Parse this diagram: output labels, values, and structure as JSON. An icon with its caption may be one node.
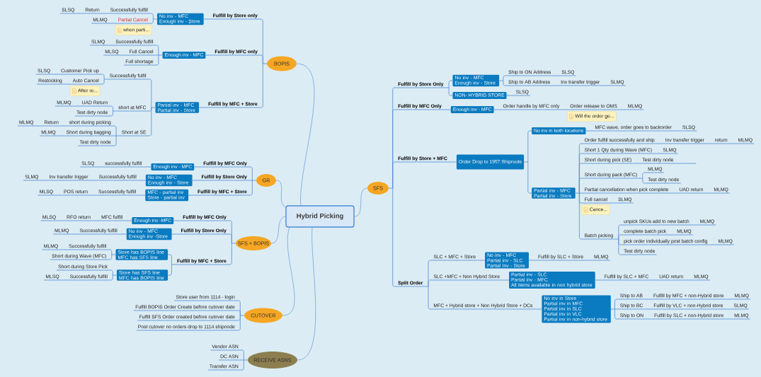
{
  "diagram": {
    "nodes": [
      {
        "text": [
          "Hybrid Picking"
        ]
      },
      {
        "text": [
          "BOPIS"
        ]
      },
      {
        "text": [
          "Fulfill by Store only"
        ]
      },
      {
        "text": [
          "No inv - MFC Enough inv - Store"
        ]
      },
      {
        "text": [
          "Successfully fulfill"
        ]
      },
      {
        "text": [
          "Return"
        ]
      },
      {
        "text": [
          "SLSQ"
        ]
      },
      {
        "text": [
          "Partial Cancel"
        ],
        "beside": [
          "when parti..."
        ]
      },
      {
        "text": [
          "MLMQ"
        ]
      },
      {
        "text": [
          "Fulfill by MFC only"
        ]
      },
      {
        "text": [
          "Enough inv - MFC"
        ]
      },
      {
        "text": [
          "Successfully fulfill"
        ]
      },
      {
        "text": [
          "SLMQ"
        ]
      },
      {
        "text": [
          "Full Cancel"
        ]
      },
      {
        "text": [
          "MLSQ"
        ]
      },
      {
        "text": [
          "Full shortage"
        ]
      },
      {
        "text": [
          "Fulfill by MFC + Store"
        ]
      },
      {
        "text": [
          "Partial inv - MFC Partial inv - Store"
        ]
      },
      {
        "text": [
          "Successfully fulfil"
        ]
      },
      {
        "text": [
          "Customer Pick up"
        ]
      },
      {
        "text": [
          "SLSQ"
        ]
      },
      {
        "text": [
          "Auto Cancel"
        ],
        "beside": [
          "After re..."
        ]
      },
      {
        "text": [
          "Restocking"
        ]
      },
      {
        "text": [
          "short at MFC"
        ]
      },
      {
        "text": [
          "UAD Return"
        ]
      },
      {
        "text": [
          "MLMQ"
        ]
      },
      {
        "text": [
          "Test dirty node"
        ]
      },
      {
        "text": [
          "Short at SE"
        ]
      },
      {
        "text": [
          "short during picking"
        ]
      },
      {
        "text": [
          "Return"
        ]
      },
      {
        "text": [
          "MLMQ"
        ]
      },
      {
        "text": [
          "Short during bagging"
        ]
      },
      {
        "text": [
          "MLMQ"
        ]
      },
      {
        "text": [
          "Test dirty node"
        ]
      },
      {
        "text": [
          "GR"
        ]
      },
      {
        "text": [
          "Fulfill by MFC Only"
        ]
      },
      {
        "text": [
          "Enough inv - MFC"
        ]
      },
      {
        "text": [
          "successfully fulfill"
        ]
      },
      {
        "text": [
          "SLSQ"
        ]
      },
      {
        "text": [
          "Fulfill by Store Only"
        ]
      },
      {
        "text": [
          "No inv - MFC Enough inv - Store"
        ]
      },
      {
        "text": [
          "Successfully fulfill"
        ]
      },
      {
        "text": [
          "Inv transfer trigger"
        ]
      },
      {
        "text": [
          "SLMQ"
        ]
      },
      {
        "text": [
          "Fulfill by MFC + Store"
        ]
      },
      {
        "text": [
          "MFC - partial inv Store - partial inv"
        ]
      },
      {
        "text": [
          "Successfully fulfill"
        ]
      },
      {
        "text": [
          "POS return"
        ]
      },
      {
        "text": [
          "MLSQ"
        ]
      },
      {
        "text": [
          "SFS + BOPIS"
        ]
      },
      {
        "text": [
          "Fulfill by MFC Only"
        ]
      },
      {
        "text": [
          "Enough inv -MFC"
        ]
      },
      {
        "text": [
          "MFC fulfill"
        ]
      },
      {
        "text": [
          "RFO return"
        ]
      },
      {
        "text": [
          "MLSQ"
        ]
      },
      {
        "text": [
          "Fulfill by Store Only"
        ]
      },
      {
        "text": [
          "No inv - MFC Enough inv -Store"
        ]
      },
      {
        "text": [
          "Successfully fulfill"
        ]
      },
      {
        "text": [
          "MLMQ"
        ]
      },
      {
        "text": [
          "Fulfill by MFC + Store"
        ]
      },
      {
        "text": [
          "Store has BOPIS line MFC has SFS line"
        ]
      },
      {
        "text": [
          "Successfully fulfill"
        ]
      },
      {
        "text": [
          "MLMQ"
        ]
      },
      {
        "text": [
          "Short during Wave (MFC)"
        ]
      },
      {
        "text": [
          "Store has SFS line MFC has BOPIS line"
        ]
      },
      {
        "text": [
          "Short during Store Pick"
        ]
      },
      {
        "text": [
          "Successfully fulfill"
        ]
      },
      {
        "text": [
          "MLSQ"
        ]
      },
      {
        "text": [
          "CUTOVER"
        ]
      },
      {
        "text": [
          "Store user from 1114 - login"
        ]
      },
      {
        "text": [
          "Fulfill BOPIS Order Create before cutover date"
        ]
      },
      {
        "text": [
          "Fulfill SFS Order created before cutover date"
        ]
      },
      {
        "text": [
          "Post cutover no orders drop to 1114 shipnode"
        ]
      },
      {
        "text": [
          "RECEIVE ASNS"
        ]
      },
      {
        "text": [
          "Vendor ASN"
        ]
      },
      {
        "text": [
          "DC ASN"
        ]
      },
      {
        "text": [
          "Transfer ASN"
        ]
      },
      {
        "text": [
          "SFS"
        ]
      },
      {
        "text": [
          "Fulfill by Store Only"
        ]
      },
      {
        "text": [
          "No inv - MFC Enough inv - Store"
        ]
      },
      {
        "text": [
          "Ship to ON Address"
        ]
      },
      {
        "text": [
          "SLSQ"
        ]
      },
      {
        "text": [
          "Ship to AB Address"
        ]
      },
      {
        "text": [
          "Inv transfer trigger"
        ]
      },
      {
        "text": [
          "SLMQ"
        ]
      },
      {
        "text": [
          "NON- HYBRID STORE"
        ]
      },
      {
        "text": [
          "SLSQ"
        ]
      },
      {
        "text": [
          "Fulfill by MFC Only"
        ]
      },
      {
        "text": [
          "Enough inv - MFC"
        ]
      },
      {
        "text": [
          "Order handle by MFC only"
        ]
      },
      {
        "text": [
          "Order release to OMS"
        ],
        "beside": [
          "Will the order ge..."
        ]
      },
      {
        "text": [
          "MLMQ"
        ]
      },
      {
        "text": [
          "Fulfill by Store + MFC"
        ]
      },
      {
        "text": [
          "Order Drop to 1957 Shipnode"
        ]
      },
      {
        "text": [
          "No inv in both locations"
        ]
      },
      {
        "text": [
          "MFC wave, order goes to backorder"
        ]
      },
      {
        "text": [
          "SLSQ"
        ]
      },
      {
        "text": [
          "Partial inv - MFC Partial inv - Store"
        ]
      },
      {
        "text": [
          "Order fulfill successfully and ship"
        ]
      },
      {
        "text": [
          "Inv transfer trigger"
        ]
      },
      {
        "text": [
          "return"
        ]
      },
      {
        "text": [
          "MLMQ"
        ]
      },
      {
        "text": [
          "Short 1 Qty during Wave (MFC)"
        ]
      },
      {
        "text": [
          "SLMQ"
        ]
      },
      {
        "text": [
          "Short during pick (SE)"
        ]
      },
      {
        "text": [
          "Test dirty node"
        ]
      },
      {
        "text": [],
        "shape": "line"
      },
      {
        "text": [
          "Short during pack (MFC)"
        ]
      },
      {
        "text": [
          "MLMQ"
        ]
      },
      {
        "text": [
          "Test dirty node"
        ]
      },
      {
        "text": [
          "Partial cancellation when pick complete"
        ]
      },
      {
        "text": [
          "UAD return"
        ]
      },
      {
        "text": [
          "MLMQ"
        ]
      },
      {
        "text": [
          "Full cancel"
        ],
        "beside": [
          "Cance..."
        ]
      },
      {
        "text": [
          "SLMQ"
        ]
      },
      {
        "text": [
          "Batch picking"
        ]
      },
      {
        "text": [
          "unpick SKUs add to new batch"
        ]
      },
      {
        "text": [
          "MLMQ"
        ]
      },
      {
        "text": [
          "complete batch pick"
        ]
      },
      {
        "text": [
          "MLMQ"
        ]
      },
      {
        "text": [
          "pick order individually post batch config"
        ]
      },
      {
        "text": [
          "MLMQ"
        ]
      },
      {
        "text": [
          "Test dirty node"
        ]
      },
      {
        "text": [
          "Split Order"
        ]
      },
      {
        "text": [
          "SLC + MFC + Store"
        ]
      },
      {
        "text": [
          "No inv - MFC Partial inv - SLC Partial Inv - Store"
        ]
      },
      {
        "text": [
          "Fulfill by SLC + Store"
        ]
      },
      {
        "text": [
          "MLMQ"
        ]
      },
      {
        "text": [
          "SLC +MFC + Non Hybrid Store"
        ]
      },
      {
        "text": [
          "Partial inv - SLC Partial inv - MFC All items available in non hybrid store"
        ]
      },
      {
        "text": [
          "Fulfill by SLC + MFC"
        ]
      },
      {
        "text": [
          "UAD return"
        ]
      },
      {
        "text": [
          "MLMQ"
        ]
      },
      {
        "text": [
          "MFC + Hybrid store + Non Hybrid Store + DCs"
        ]
      },
      {
        "text": [
          "No inv in Store Partial inv in MFC Partial inv in SLC Partial inv in VLC Partial inv in non-hybrid store"
        ]
      },
      {
        "text": [
          "Ship to AB"
        ]
      },
      {
        "text": [
          "Fulfill by MFC + non-Hybrid store"
        ]
      },
      {
        "text": [
          "MLMQ"
        ]
      },
      {
        "text": [
          "Ship to BC"
        ]
      },
      {
        "text": [
          "Fulfill by VLC + non-Hybrid store"
        ]
      },
      {
        "text": [
          "SLMQ"
        ]
      },
      {
        "text": [
          "Ship to ON"
        ]
      },
      {
        "text": [
          "Fulfill by SLC + non-Hybrid store"
        ]
      },
      {
        "text": [
          "MLMQ"
        ]
      }
    ],
    "edges": [
      {
        "from": 0,
        "to": 1,
        "arrow": "none"
      },
      {
        "from": 1,
        "to": 2,
        "arrow": "none"
      },
      {
        "from": 2,
        "to": 3,
        "arrow": "none"
      },
      {
        "from": 3,
        "to": 4,
        "arrow": "none"
      },
      {
        "from": 4,
        "to": 5,
        "arrow": "none"
      },
      {
        "from": 5,
        "to": 6,
        "arrow": "none"
      },
      {
        "from": 3,
        "to": 7,
        "arrow": "none"
      },
      {
        "from": 7,
        "to": 8,
        "arrow": "none"
      },
      {
        "from": 1,
        "to": 9,
        "arrow": "none"
      },
      {
        "from": 9,
        "to": 10,
        "arrow": "none"
      },
      {
        "from": 10,
        "to": 11,
        "arrow": "none"
      },
      {
        "from": 11,
        "to": 12,
        "arrow": "none"
      },
      {
        "from": 10,
        "to": 13,
        "arrow": "none"
      },
      {
        "from": 13,
        "to": 14,
        "arrow": "none"
      },
      {
        "from": 10,
        "to": 15,
        "arrow": "none"
      },
      {
        "from": 1,
        "to": 16,
        "arrow": "none"
      },
      {
        "from": 16,
        "to": 17,
        "arrow": "none"
      },
      {
        "from": 17,
        "to": 18,
        "arrow": "none"
      },
      {
        "from": 18,
        "to": 19,
        "arrow": "none"
      },
      {
        "from": 19,
        "to": 20,
        "arrow": "none"
      },
      {
        "from": 18,
        "to": 21,
        "arrow": "none"
      },
      {
        "from": 21,
        "to": 22,
        "arrow": "none"
      },
      {
        "from": 17,
        "to": 23,
        "arrow": "none"
      },
      {
        "from": 23,
        "to": 24,
        "arrow": "none"
      },
      {
        "from": 24,
        "to": 25,
        "arrow": "none"
      },
      {
        "from": 23,
        "to": 26,
        "arrow": "none"
      },
      {
        "from": 17,
        "to": 27,
        "arrow": "none"
      },
      {
        "from": 27,
        "to": 28,
        "arrow": "none"
      },
      {
        "from": 28,
        "to": 29,
        "arrow": "none"
      },
      {
        "from": 29,
        "to": 30,
        "arrow": "none"
      },
      {
        "from": 27,
        "to": 31,
        "arrow": "none"
      },
      {
        "from": 31,
        "to": 32,
        "arrow": "none"
      },
      {
        "from": 27,
        "to": 33,
        "arrow": "none"
      },
      {
        "from": 0,
        "to": 34,
        "arrow": "none"
      },
      {
        "from": 34,
        "to": 35,
        "arrow": "none"
      },
      {
        "from": 35,
        "to": 36,
        "arrow": "none"
      },
      {
        "from": 36,
        "to": 37,
        "arrow": "none"
      },
      {
        "from": 37,
        "to": 38,
        "arrow": "none"
      },
      {
        "from": 34,
        "to": 39,
        "arrow": "none"
      },
      {
        "from": 39,
        "to": 40,
        "arrow": "none"
      },
      {
        "from": 40,
        "to": 41,
        "arrow": "none"
      },
      {
        "from": 41,
        "to": 42,
        "arrow": "none"
      },
      {
        "from": 42,
        "to": 43,
        "arrow": "none"
      },
      {
        "from": 34,
        "to": 44,
        "arrow": "none"
      },
      {
        "from": 44,
        "to": 45,
        "arrow": "none"
      },
      {
        "from": 45,
        "to": 46,
        "arrow": "none"
      },
      {
        "from": 46,
        "to": 47,
        "arrow": "none"
      },
      {
        "from": 47,
        "to": 48,
        "arrow": "none"
      },
      {
        "from": 0,
        "to": 49,
        "arrow": "none"
      },
      {
        "from": 49,
        "to": 50,
        "arrow": "none"
      },
      {
        "from": 50,
        "to": 51,
        "arrow": "none"
      },
      {
        "from": 51,
        "to": 52,
        "arrow": "none"
      },
      {
        "from": 52,
        "to": 53,
        "arrow": "none"
      },
      {
        "from": 53,
        "to": 54,
        "arrow": "none"
      },
      {
        "from": 49,
        "to": 55,
        "arrow": "none"
      },
      {
        "from": 55,
        "to": 56,
        "arrow": "none"
      },
      {
        "from": 56,
        "to": 57,
        "arrow": "none"
      },
      {
        "from": 57,
        "to": 58,
        "arrow": "none"
      },
      {
        "from": 49,
        "to": 59,
        "arrow": "none"
      },
      {
        "from": 59,
        "to": 60,
        "arrow": "none"
      },
      {
        "from": 60,
        "to": 61,
        "arrow": "none"
      },
      {
        "from": 61,
        "to": 62,
        "arrow": "none"
      },
      {
        "from": 60,
        "to": 63,
        "arrow": "none"
      },
      {
        "from": 59,
        "to": 64,
        "arrow": "none"
      },
      {
        "from": 64,
        "to": 65,
        "arrow": "none"
      },
      {
        "from": 64,
        "to": 66,
        "arrow": "none"
      },
      {
        "from": 66,
        "to": 67,
        "arrow": "none"
      },
      {
        "from": 0,
        "to": 68,
        "arrow": "none"
      },
      {
        "from": 68,
        "to": 69,
        "arrow": "none"
      },
      {
        "from": 68,
        "to": 70,
        "arrow": "none"
      },
      {
        "from": 68,
        "to": 71,
        "arrow": "none"
      },
      {
        "from": 68,
        "to": 72,
        "arrow": "none"
      },
      {
        "from": 0,
        "to": 73,
        "arrow": "none"
      },
      {
        "from": 73,
        "to": 74,
        "arrow": "none"
      },
      {
        "from": 73,
        "to": 75,
        "arrow": "none"
      },
      {
        "from": 73,
        "to": 76,
        "arrow": "none"
      },
      {
        "from": 0,
        "to": 77,
        "arrow": "none"
      },
      {
        "from": 77,
        "to": 78,
        "arrow": "none"
      },
      {
        "from": 78,
        "to": 79,
        "arrow": "none"
      },
      {
        "from": 79,
        "to": 80,
        "arrow": "none"
      },
      {
        "from": 80,
        "to": 81,
        "arrow": "none"
      },
      {
        "from": 79,
        "to": 82,
        "arrow": "none"
      },
      {
        "from": 82,
        "to": 83,
        "arrow": "none"
      },
      {
        "from": 83,
        "to": 84,
        "arrow": "none"
      },
      {
        "from": 78,
        "to": 85,
        "arrow": "none"
      },
      {
        "from": 85,
        "to": 86,
        "arrow": "none"
      },
      {
        "from": 77,
        "to": 87,
        "arrow": "none"
      },
      {
        "from": 87,
        "to": 88,
        "arrow": "none"
      },
      {
        "from": 88,
        "to": 89,
        "arrow": "none"
      },
      {
        "from": 89,
        "to": 90,
        "arrow": "none"
      },
      {
        "from": 90,
        "to": 91,
        "arrow": "none"
      },
      {
        "from": 77,
        "to": 92,
        "arrow": "none"
      },
      {
        "from": 92,
        "to": 93,
        "arrow": "none"
      },
      {
        "from": 93,
        "to": 94,
        "arrow": "none"
      },
      {
        "from": 94,
        "to": 95,
        "arrow": "none"
      },
      {
        "from": 95,
        "to": 96,
        "arrow": "none"
      },
      {
        "from": 93,
        "to": 97,
        "arrow": "none"
      },
      {
        "from": 97,
        "to": 98,
        "arrow": "none"
      },
      {
        "from": 98,
        "to": 99,
        "arrow": "none"
      },
      {
        "from": 99,
        "to": 100,
        "arrow": "none"
      },
      {
        "from": 100,
        "to": 101,
        "arrow": "none"
      },
      {
        "from": 97,
        "to": 102,
        "arrow": "none"
      },
      {
        "from": 102,
        "to": 103,
        "arrow": "none"
      },
      {
        "from": 97,
        "to": 104,
        "arrow": "none"
      },
      {
        "from": 104,
        "to": 105,
        "arrow": "none"
      },
      {
        "from": 105,
        "to": 106,
        "arrow": "none"
      },
      {
        "from": 97,
        "to": 107,
        "arrow": "none"
      },
      {
        "from": 107,
        "to": 108,
        "arrow": "none"
      },
      {
        "from": 107,
        "to": 109,
        "arrow": "none"
      },
      {
        "from": 97,
        "to": 110,
        "arrow": "none"
      },
      {
        "from": 110,
        "to": 111,
        "arrow": "none"
      },
      {
        "from": 111,
        "to": 112,
        "arrow": "none"
      },
      {
        "from": 97,
        "to": 113,
        "arrow": "none"
      },
      {
        "from": 113,
        "to": 114,
        "arrow": "none"
      },
      {
        "from": 97,
        "to": 115,
        "arrow": "none"
      },
      {
        "from": 115,
        "to": 116,
        "arrow": "none"
      },
      {
        "from": 116,
        "to": 117,
        "arrow": "none"
      },
      {
        "from": 115,
        "to": 118,
        "arrow": "none"
      },
      {
        "from": 118,
        "to": 119,
        "arrow": "none"
      },
      {
        "from": 115,
        "to": 120,
        "arrow": "none"
      },
      {
        "from": 120,
        "to": 121,
        "arrow": "none"
      },
      {
        "from": 115,
        "to": 122,
        "arrow": "none"
      },
      {
        "from": 77,
        "to": 123,
        "arrow": "none"
      },
      {
        "from": 123,
        "to": 124,
        "arrow": "none"
      },
      {
        "from": 124,
        "to": 125,
        "arrow": "none"
      },
      {
        "from": 125,
        "to": 126,
        "arrow": "none"
      },
      {
        "from": 126,
        "to": 127,
        "arrow": "none"
      },
      {
        "from": 123,
        "to": 128,
        "arrow": "none"
      },
      {
        "from": 128,
        "to": 129,
        "arrow": "none"
      },
      {
        "from": 129,
        "to": 130,
        "arrow": "none"
      },
      {
        "from": 130,
        "to": 131,
        "arrow": "none"
      },
      {
        "from": 131,
        "to": 132,
        "arrow": "none"
      },
      {
        "from": 123,
        "to": 133,
        "arrow": "none"
      },
      {
        "from": 133,
        "to": 134,
        "arrow": "none"
      },
      {
        "from": 134,
        "to": 135,
        "arrow": "none"
      },
      {
        "from": 135,
        "to": 136,
        "arrow": "none"
      },
      {
        "from": 136,
        "to": 137,
        "arrow": "none"
      },
      {
        "from": 134,
        "to": 138,
        "arrow": "none"
      },
      {
        "from": 138,
        "to": 139,
        "arrow": "none"
      },
      {
        "from": 139,
        "to": 140,
        "arrow": "none"
      },
      {
        "from": 134,
        "to": 141,
        "arrow": "none"
      },
      {
        "from": 141,
        "to": 142,
        "arrow": "none"
      },
      {
        "from": 142,
        "to": 143,
        "arrow": "none"
      }
    ]
  }
}
